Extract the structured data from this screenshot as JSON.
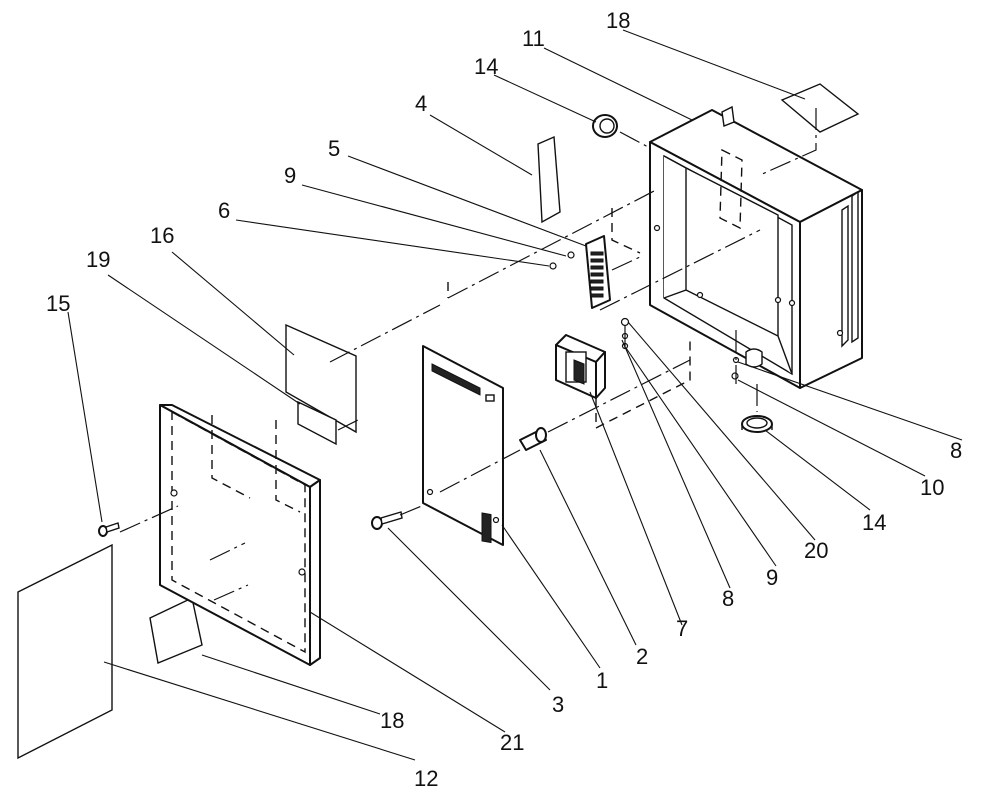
{
  "callouts": {
    "c1": "1",
    "c2": "2",
    "c3": "3",
    "c4": "4",
    "c5": "5",
    "c6": "6",
    "c7": "7",
    "c8a": "8",
    "c8b": "8",
    "c9a": "9",
    "c9b": "9",
    "c10": "10",
    "c11": "11",
    "c12": "12",
    "c14a": "14",
    "c14b": "14",
    "c15": "15",
    "c16": "16",
    "c18a": "18",
    "c18b": "18",
    "c19": "19",
    "c20": "20",
    "c21": "21"
  }
}
